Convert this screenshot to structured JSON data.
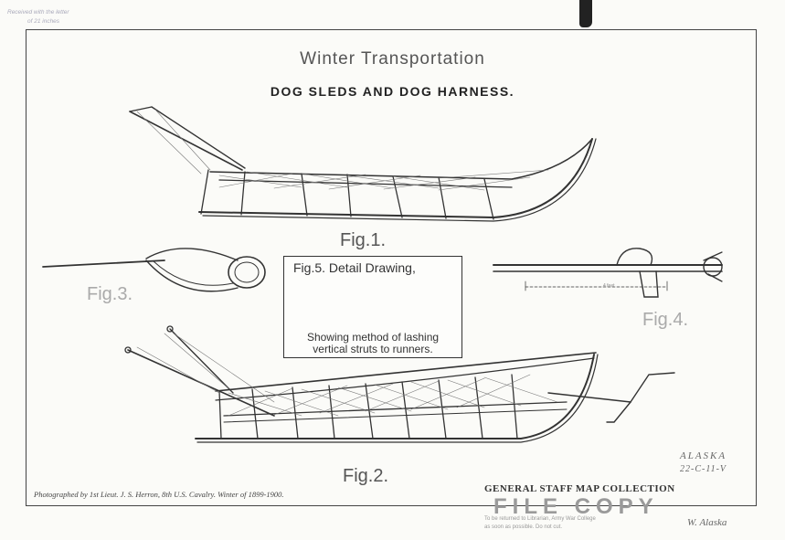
{
  "document": {
    "title": "Winter Transportation",
    "subtitle": "DOG SLEDS AND DOG HARNESS."
  },
  "figures": {
    "fig1": "Fig.1.",
    "fig2": "Fig.2.",
    "fig3": "Fig.3.",
    "fig4": "Fig.4.",
    "fig4_dimension": "4 feet",
    "fig5_title": "Fig.5. Detail Drawing,",
    "fig5_caption_line1": "Showing method of lashing",
    "fig5_caption_line2": "vertical struts to runners."
  },
  "credit": "Photographed by 1st Lieut. J. S. Herron, 8th U.S. Cavalry. Winter of 1899-1900.",
  "stamp": {
    "heading": "GENERAL STAFF MAP COLLECTION",
    "file_copy": "FILE COPY",
    "line1": "To be returned to Librarian, Army War College",
    "line2": "as soon as possible. Do not cut."
  },
  "handwritten": {
    "alaska_code": "ALASKA",
    "alaska_code2": "22-C-11-V",
    "signature": "W. Alaska",
    "top_left_line1": "Received with the letter",
    "top_left_line2": "of 21 inches"
  },
  "colors": {
    "ink": "#2a2a2a",
    "paper": "#fbfbf8",
    "faded": "#9a9a9a"
  }
}
